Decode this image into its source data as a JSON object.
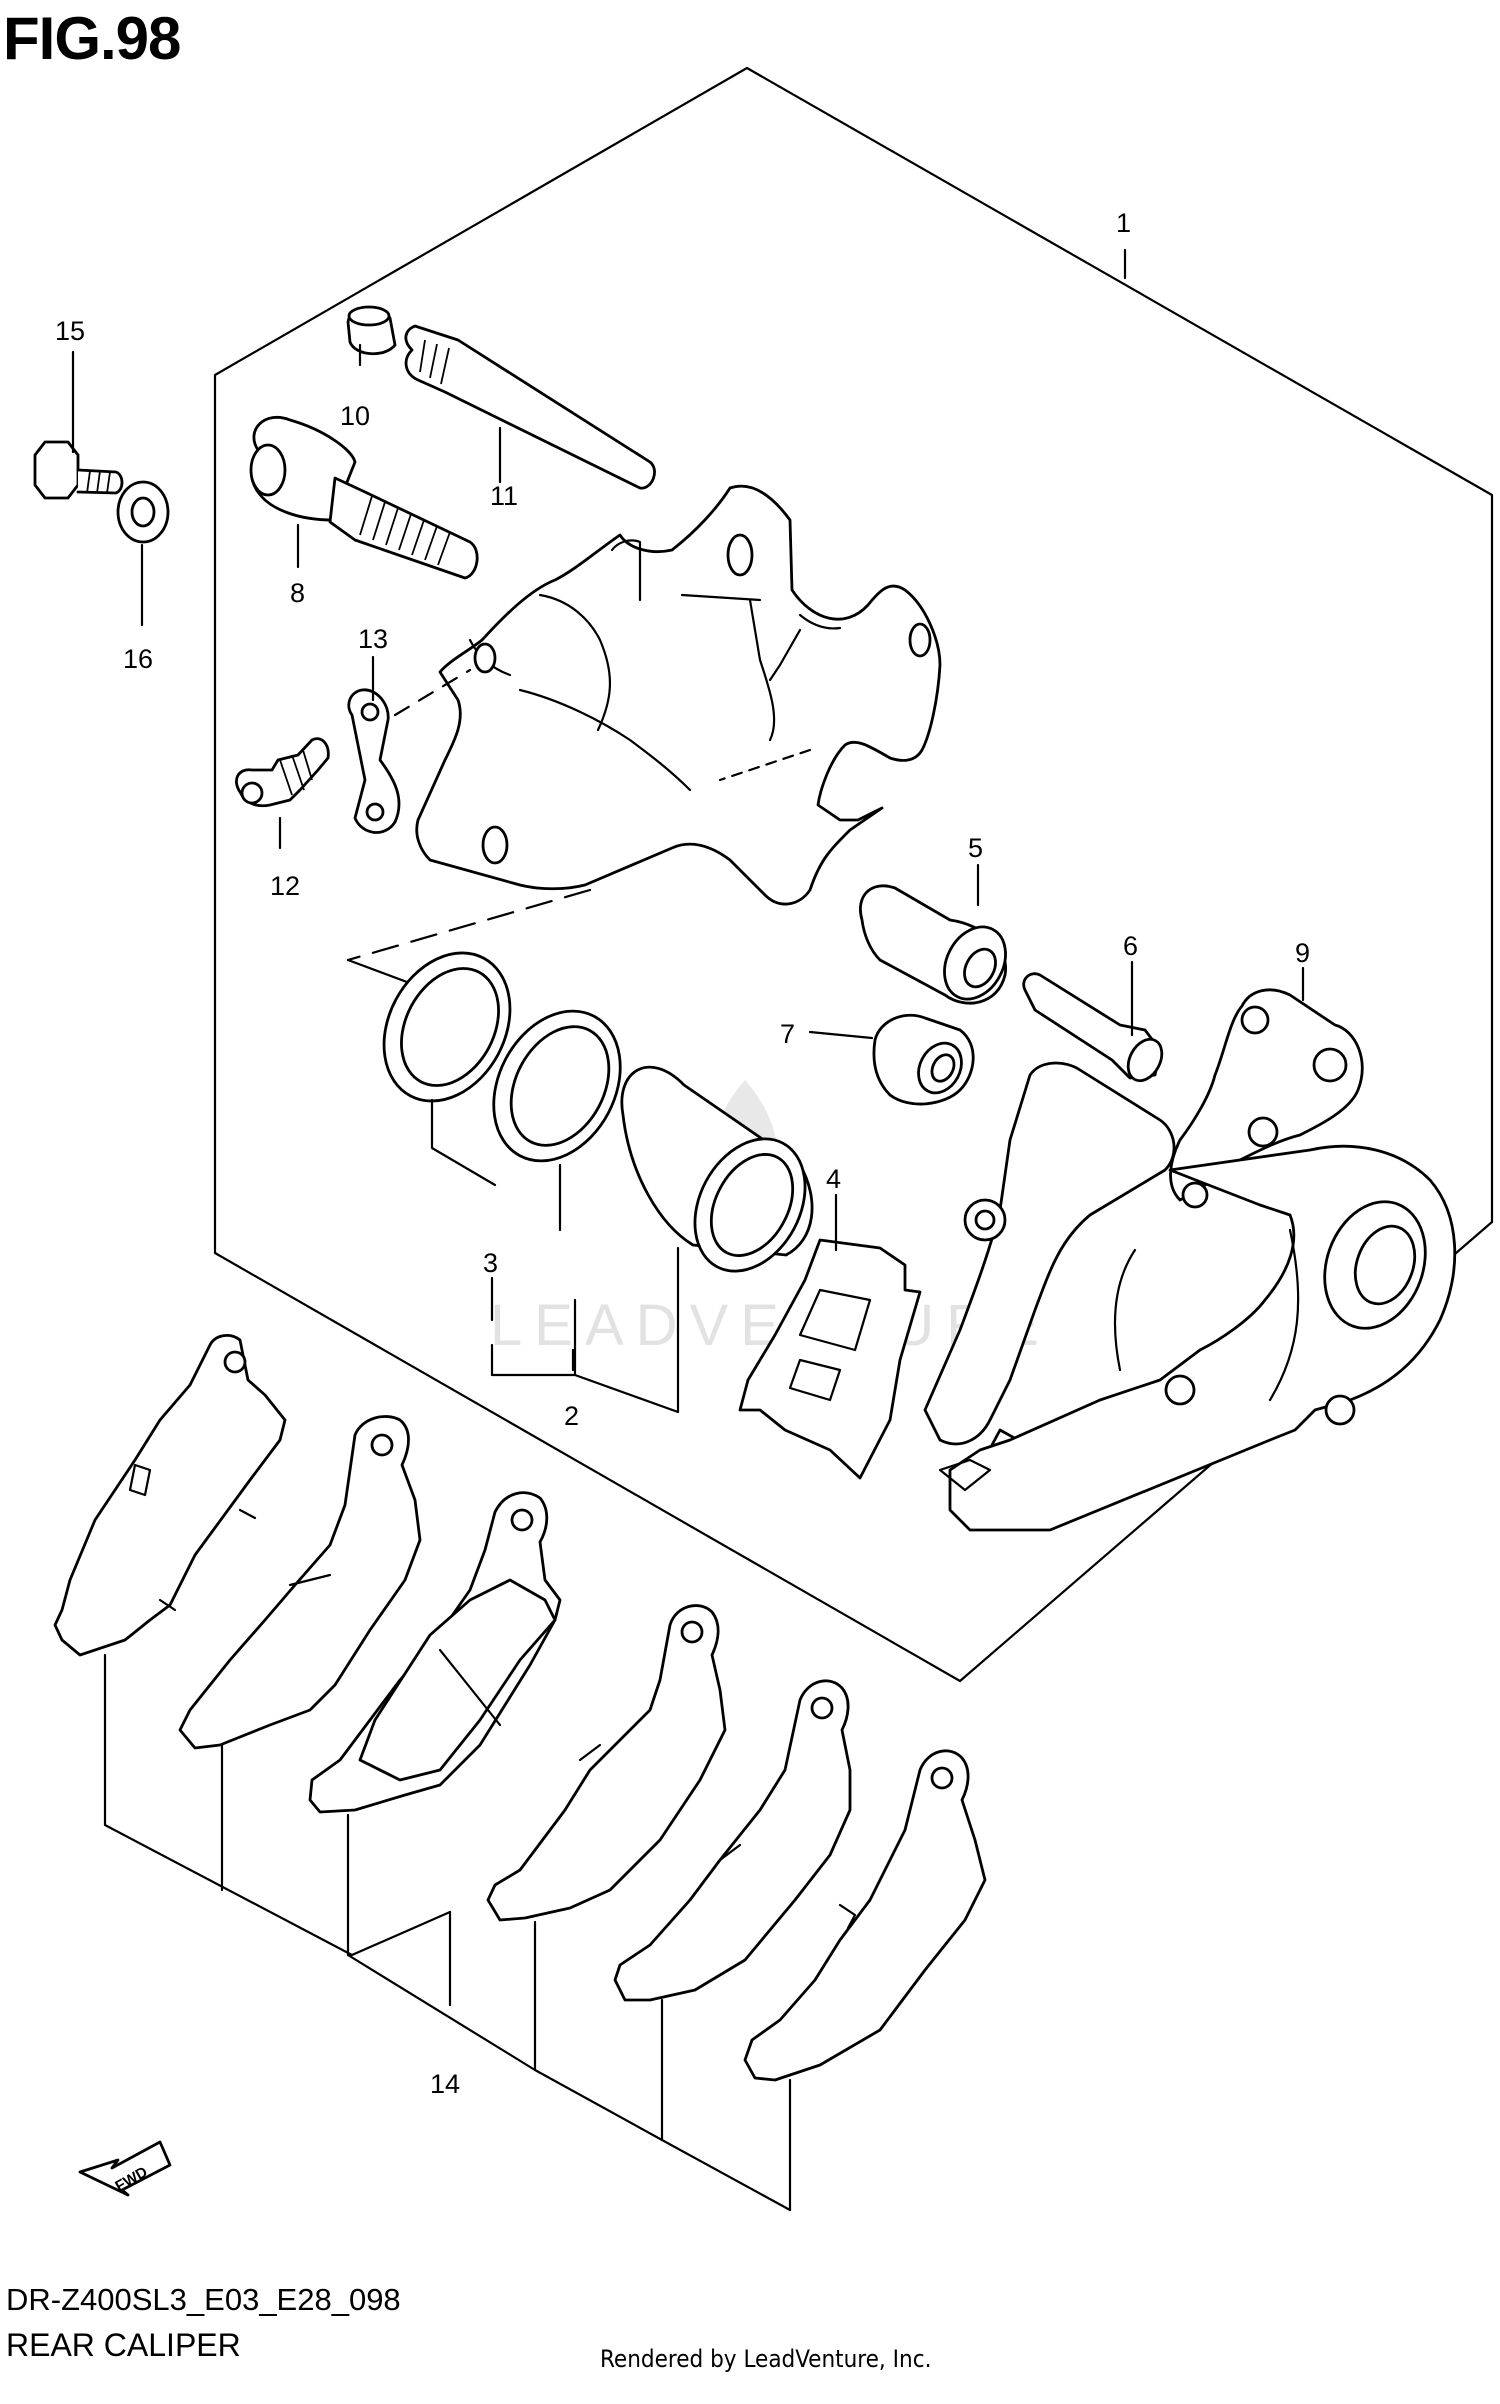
{
  "figure": {
    "title": "FIG.98",
    "model_code": "DR-Z400SL3_E03_E28_098",
    "name": "REAR CALIPER",
    "credit": "Rendered by LeadVenture, Inc.",
    "watermark": "LEADVENTURE",
    "fwd_label": "FWD"
  },
  "callouts": [
    "1",
    "2",
    "3",
    "4",
    "5",
    "6",
    "7",
    "8",
    "9",
    "10",
    "11",
    "12",
    "13",
    "14",
    "15",
    "16"
  ]
}
